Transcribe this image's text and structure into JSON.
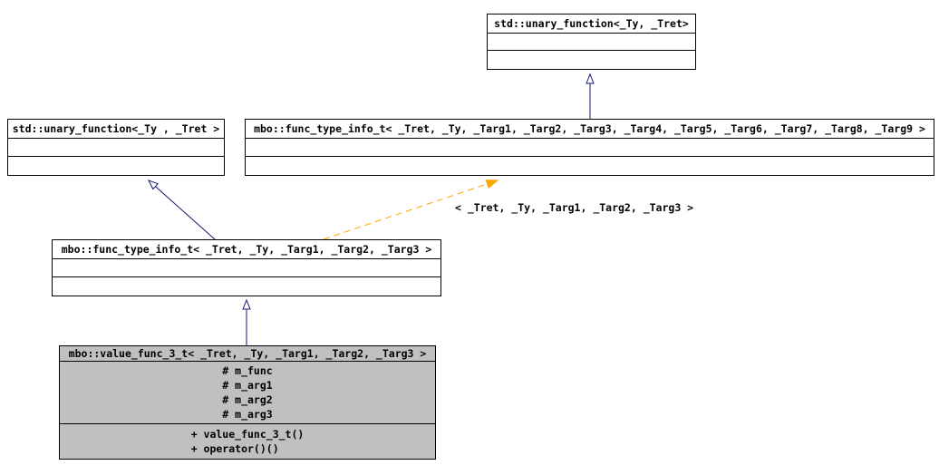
{
  "diagram": {
    "nodes": {
      "unary_function_top": {
        "title": "std::unary_function<_Ty, _Tret>"
      },
      "unary_function_left": {
        "title": "std::unary_function<_Ty , _Tret >"
      },
      "func_type_info_full": {
        "title": "mbo::func_type_info_t< _Tret, _Ty, _Targ1, _Targ2, _Targ3, _Targ4, _Targ5, _Targ6, _Targ7, _Targ8, _Targ9 >"
      },
      "func_type_info_3": {
        "title": "mbo::func_type_info_t< _Tret, _Ty, _Targ1, _Targ2, _Targ3 >"
      },
      "value_func_3": {
        "title": "mbo::value_func_3_t< _Tret, _Ty, _Targ1, _Targ2, _Targ3 >",
        "attributes": [
          "# m_func",
          "# m_arg1",
          "# m_arg2",
          "# m_arg3"
        ],
        "methods": [
          "+ value_func_3_t()",
          "+ operator()()"
        ]
      }
    },
    "edge_labels": {
      "template_args": "< _Tret, _Ty, _Targ1, _Targ2, _Targ3 >"
    },
    "colors": {
      "inheritance_arrow": "#191970",
      "template_arrow": "#FFA500",
      "highlight_fill": "#C0C0C0",
      "box_fill": "#FFFFFF",
      "border": "#000000"
    }
  }
}
